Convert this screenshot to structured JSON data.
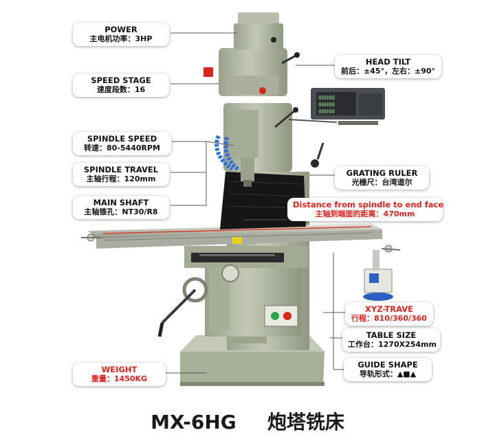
{
  "callouts": {
    "power": {
      "title": "POWER",
      "value": "主电机功率：3HP"
    },
    "speed_stage": {
      "title": "SPEED STAGE",
      "value": "速度段数：16"
    },
    "spindle_speed": {
      "title": "SPINDLE SPEED",
      "value": "转速：80-5440RPM"
    },
    "spindle_travel": {
      "title": "SPINDLE TRAVEL",
      "value": "主轴行程：120mm"
    },
    "main_shaft": {
      "title": "MAIN SHAFT",
      "value": "主轴锥孔：NT30/R8"
    },
    "weight": {
      "title": "WEIGHT",
      "value": "重量：1450KG"
    },
    "head_tilt": {
      "title": "HEAD TILT",
      "value": "前后：±45°，左右：±90°"
    },
    "grating_ruler": {
      "title": "GRATING RULER",
      "value": "光栅尺：台湾道尔"
    },
    "distance": {
      "title": "Distance from spindle to end face",
      "value": "主轴到端面的距离：470mm"
    },
    "xyz_travel": {
      "title": "XYZ-TRAVE",
      "value": "行程：810/360/360"
    },
    "table_size": {
      "title": "TABLE SIZE",
      "value": "工作台：1270X254mm"
    },
    "guide_shape": {
      "title": "GUIDE SHAPE",
      "value": "导轨形式：▲■▲"
    }
  },
  "product": {
    "model": "MX-6HG",
    "name": "炮塔铣床"
  },
  "dro": {
    "text": "00000"
  },
  "colors": {
    "machine": "#b4bba6",
    "machine_dark": "#8e9680",
    "red": "#e0201a",
    "black": "#161616"
  }
}
